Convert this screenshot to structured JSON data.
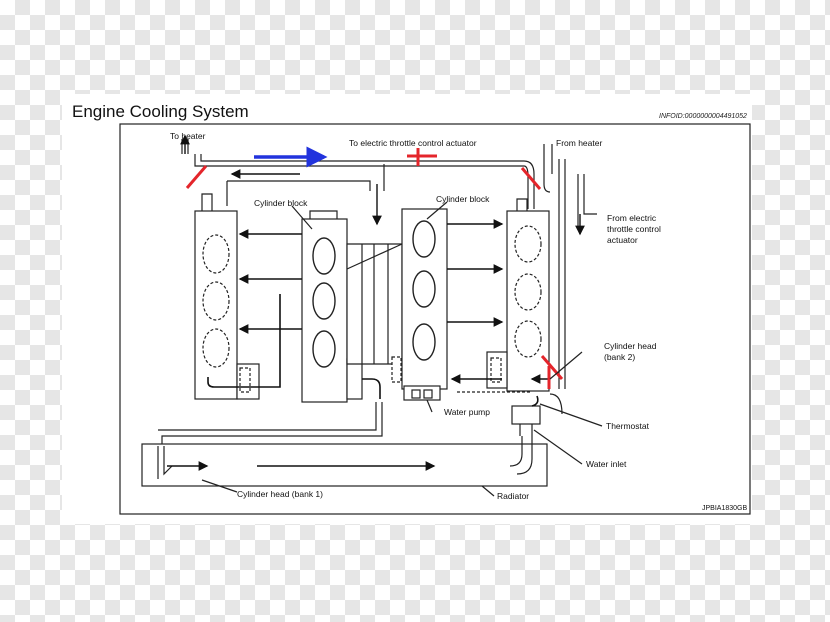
{
  "title": "Engine Cooling System",
  "infoid": "INFOID:0000000004491052",
  "figure_code": "JPBIA1830GB",
  "labels": {
    "to_heater": "To heater",
    "to_throttle": "To electric throttle control actuator",
    "from_heater": "From heater",
    "cyl_block_left": "Cylinder block",
    "cyl_block_right": "Cylinder block",
    "from_throttle_1": "From electric",
    "from_throttle_2": "throttle control",
    "from_throttle_3": "actuator",
    "cyl_head_bank2_1": "Cylinder head",
    "cyl_head_bank2_2": "(bank 2)",
    "water_pump": "Water pump",
    "thermostat": "Thermostat",
    "water_inlet": "Water inlet",
    "cyl_head_bank1": "Cylinder head (bank 1)",
    "radiator": "Radiator"
  },
  "colors": {
    "flow_arrow": "#2233dd",
    "valve_marker": "#e4252b"
  }
}
